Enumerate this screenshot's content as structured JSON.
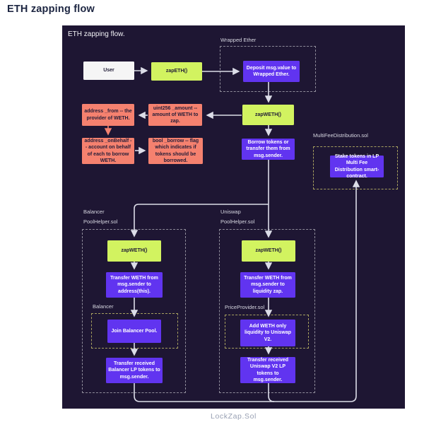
{
  "page": {
    "title": "ETH zapping flow",
    "footer": "LockZap.Sol"
  },
  "diagram": {
    "title": "ETH zapping flow.",
    "groups": {
      "wrapped_ether": {
        "label": "Wrapped Ether"
      },
      "multifee": {
        "label": "MultiFeeDistribution.sol"
      },
      "balancer_helper": {
        "label_line1": "Balancer",
        "label_line2": "PoolHelper.sol"
      },
      "uniswap_helper": {
        "label_line1": "Uniswap",
        "label_line2": "PoolHelper.sol"
      },
      "balancer_inner": {
        "label": "Balancer"
      },
      "price_provider": {
        "label": "PriceProvider.sol"
      }
    },
    "nodes": {
      "user": "User",
      "zap_eth": "zapETH()",
      "deposit": "Deposit msg.value to Wrapped Ether.",
      "zap_weth": "zapWETH()",
      "amount": "uint256 _amount -- amount of WETH to zap.",
      "from": "address _from -- the provider of WETH.",
      "on_behalf": "address _onBehalf -- account on behalf of each to borrow WETH.",
      "borrow_flag": "bool _borrow -- flag which indicates if tokens should be borrowed.",
      "borrow_tokens": "Borrow tokens or transfer them from msg.sender.",
      "stake": "Stake tokens in LP Multi Fee Distribution smart-contract.",
      "bal_zap_weth": "zapWETH()",
      "bal_transfer": "Transfer WETH from msg.sender to address(this).",
      "bal_join": "Join Balancer Pool.",
      "bal_received": "Transfer received Balancer LP tokens to msg.sender.",
      "uni_zap_weth": "zapWETH()",
      "uni_transfer": "Transfer WETH from msg.sender to liquidity zap.",
      "uni_add": "Add WETH only liquidity to Uniswap V2.",
      "uni_received": "Transfer received Uniswap V2 LP tokens to msg.sender."
    },
    "colors": {
      "panel_bg": "#1e1633",
      "lime": "#d2f360",
      "purple": "#6134f0",
      "salmon": "#f5816f",
      "white_box": "#f5f5f5",
      "line": "#dcdde8",
      "dash_gray": "#8f8c9a",
      "dash_khaki": "#a7a05f"
    }
  }
}
